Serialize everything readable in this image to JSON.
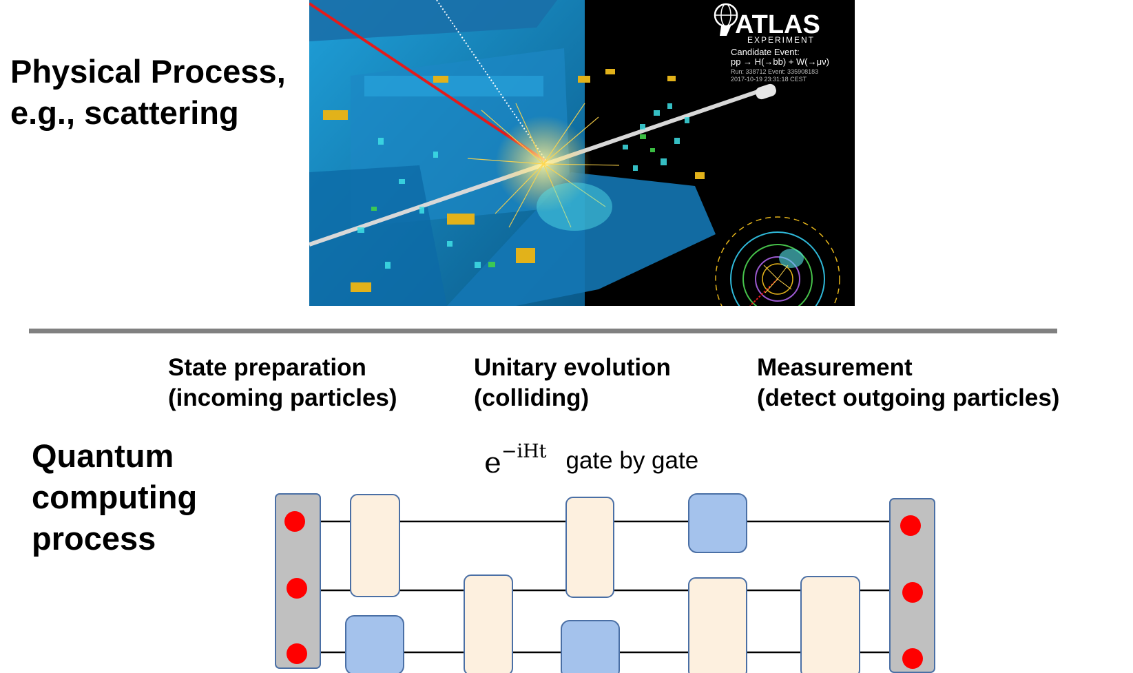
{
  "physical": {
    "title_line1": "Physical Process,",
    "title_line2": "e.g., scattering",
    "image": {
      "logo": "ATLAS",
      "logo_sub": "EXPERIMENT",
      "caption_line1": "Candidate Event:",
      "caption_line2": "pp → H(→bb) + W(→μν)",
      "caption_line3": "Run: 338712 Event: 335908183",
      "caption_line4": "2017-10-19 23:31:18 CEST"
    }
  },
  "stages": [
    {
      "line1": "State preparation",
      "line2": "(incoming particles)"
    },
    {
      "line1": "Unitary evolution",
      "line2": "(colliding)"
    },
    {
      "line1": "Measurement",
      "line2": "(detect outgoing particles)"
    }
  ],
  "quantum": {
    "title_line1": "Quantum",
    "title_line2": "computing",
    "title_line3": "process"
  },
  "formula": {
    "base": "e",
    "exponent": "−iHt",
    "suffix": "gate by gate"
  },
  "colors": {
    "wire": "#000000",
    "register_fill": "#c0c0c0",
    "qubit_dot": "#ff0000",
    "gate_cream": "#fdf0df",
    "gate_blue": "#a4c2ec",
    "gate_border": "#4a6fa5",
    "divider": "#808080"
  }
}
